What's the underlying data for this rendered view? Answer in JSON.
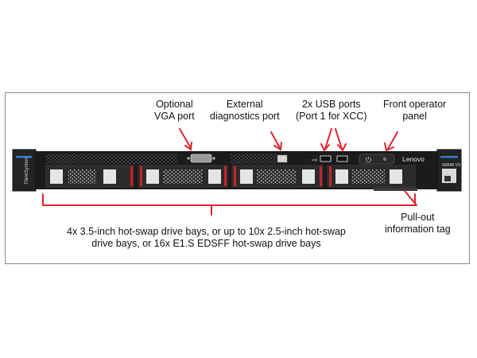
{
  "colors": {
    "callout": "#e0252d",
    "chassis": "#1b1b1c",
    "bay": "#2b2b2d",
    "brand_blue": "#2f7fd0",
    "frame_border": "#8a8a8a"
  },
  "callouts": {
    "vga": {
      "line1": "Optional",
      "line2": "VGA port"
    },
    "diag": {
      "line1": "External",
      "line2": "diagnostics port"
    },
    "usb": {
      "line1": "2x USB ports",
      "line2": "(Port 1 for XCC)"
    },
    "operator": {
      "line1": "Front operator",
      "line2": "panel"
    },
    "tag": {
      "line1": "Pull-out",
      "line2": "information tag"
    },
    "bays": {
      "line1": "4x 3.5-inch hot-swap drive bays, or up to 10x 2.5-inch hot-swap",
      "line2": "drive bays, or 16x E1.S EDSFF hot-swap drive bays"
    }
  },
  "server": {
    "brand_left": "ThinkSystem",
    "brand_right": "Lenovo",
    "model": "SR645 V3",
    "drive_bay_count": 4,
    "icon_names": [
      "usb-icon",
      "power-icon"
    ]
  }
}
